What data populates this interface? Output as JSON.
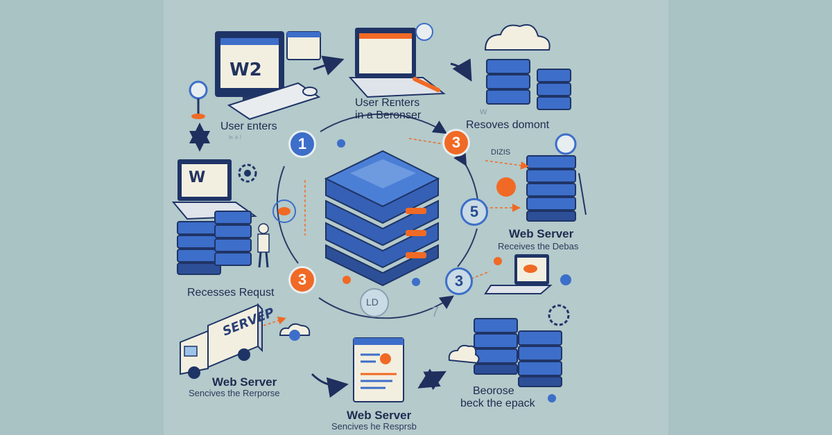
{
  "screen_labels": {
    "monitor_top_left": "W2",
    "laptop_left": "W",
    "truck": "SERVEP",
    "device_center_bottom": "LD"
  },
  "labels": {
    "user_enters_left": "User ᴇnters",
    "user_enters_left_faint": "ᴵⁿ ᵃ ˡ",
    "user_renters_top": "User Rᴇnters",
    "in_a_browser_top": "in a Beronser",
    "resolves_domain": "Resoves domont",
    "resolves_faint": "W",
    "dns_tag": "DIZIS",
    "web_server_right": "Web Server",
    "receives_right": "Receives the Debas",
    "recesses_request": "Recesses Requst",
    "web_server_bottom_left": "Web Server",
    "sends_bottom_left": "Sencives the Rerporse",
    "web_server_bottom": "Web Server",
    "sends_bottom": "Sencives he Resprsb",
    "browse_back": "Beorose",
    "back_the_epack": "beck  the epack"
  },
  "badges": [
    {
      "id": "badge-1",
      "text": "1",
      "style": "blue"
    },
    {
      "id": "badge-3-top",
      "text": "3",
      "style": "orange"
    },
    {
      "id": "badge-5",
      "text": "5",
      "style": "light"
    },
    {
      "id": "badge-3-left",
      "text": "3",
      "style": "orange"
    },
    {
      "id": "badge-3-right",
      "text": "3",
      "style": "light"
    },
    {
      "id": "badge-7",
      "text": "7",
      "style": "plain"
    }
  ],
  "colors": {
    "background": "#a9c2c4",
    "panel": "#b4cacb",
    "server_blue": "#3d6ec9",
    "server_dark": "#1f3466",
    "accent_orange": "#f06a25",
    "text_navy": "#1d2b4f"
  }
}
